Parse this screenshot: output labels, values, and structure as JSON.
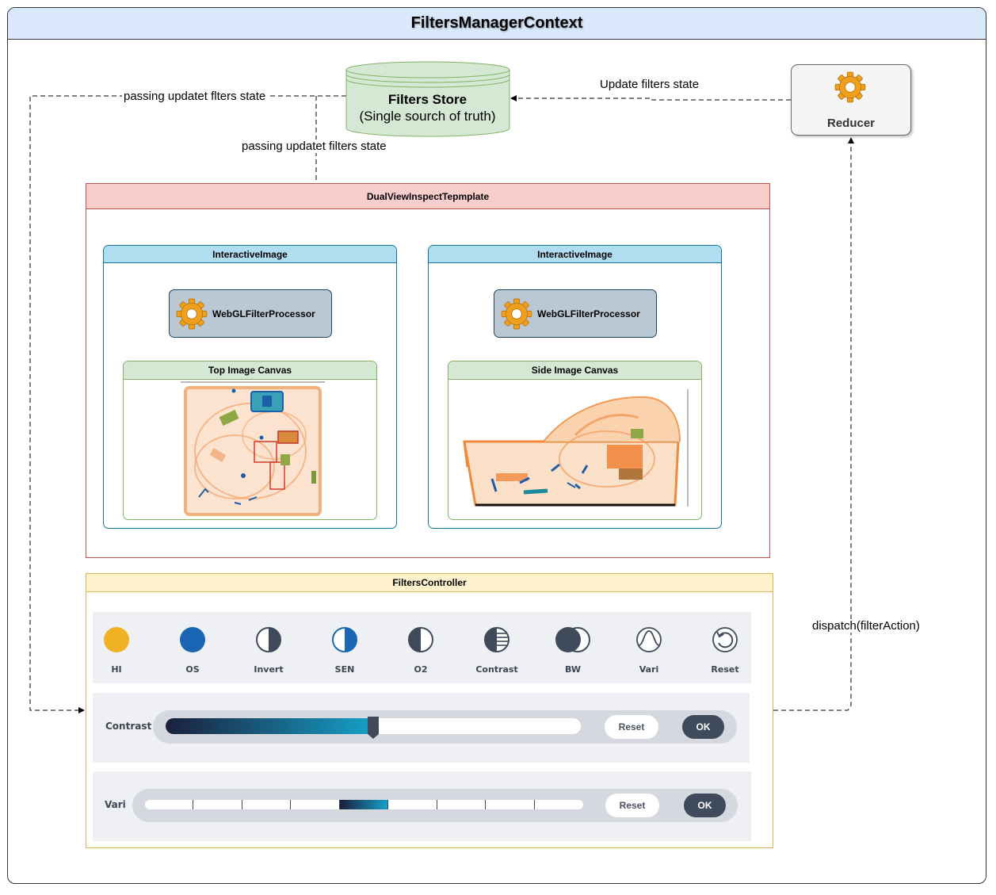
{
  "frame": {
    "title": "FiltersManagerContext"
  },
  "store": {
    "title": "Filters Store",
    "subtitle": "(Single sourch of truth)"
  },
  "reducer": {
    "label": "Reducer"
  },
  "edges": {
    "update_state": "Update filters state",
    "passing_left": "passing updatet flters state",
    "passing_down": "passing updatet filters state",
    "dispatch": "dispatch(filterAction)"
  },
  "template": {
    "title": "DualViewInspectTepmplate",
    "left": {
      "title": "InteractiveImage",
      "processor": "WebGLFilterProcessor",
      "canvas": "Top Image Canvas"
    },
    "right": {
      "title": "InteractiveImage",
      "processor": "WebGLFilterProcessor",
      "canvas": "Side Image Canvas"
    }
  },
  "controller": {
    "title": "FiltersController",
    "tools": [
      {
        "label": "HI",
        "icon": "filled-circle-yellow-icon",
        "color": "#f0b125"
      },
      {
        "label": "OS",
        "icon": "filled-circle-blue-icon",
        "color": "#1a66b4"
      },
      {
        "label": "Invert",
        "icon": "invert-icon"
      },
      {
        "label": "SEN",
        "icon": "sen-half-circle-icon"
      },
      {
        "label": "O2",
        "icon": "o2-half-circle-icon"
      },
      {
        "label": "Contrast",
        "icon": "contrast-striped-icon"
      },
      {
        "label": "BW",
        "icon": "bw-overlap-circles-icon"
      },
      {
        "label": "Vari",
        "icon": "vari-curve-icon"
      },
      {
        "label": "Reset",
        "icon": "reset-arrow-icon"
      }
    ],
    "contrast": {
      "label": "Contrast",
      "value_fraction": 0.5,
      "reset": "Reset",
      "ok": "OK"
    },
    "vari": {
      "label": "Vari",
      "segments": 9,
      "active_segment": 4,
      "reset": "Reset",
      "ok": "OK"
    }
  },
  "colors": {
    "accent_dark": "#3f4b5b",
    "slider_start": "#1a1f3c",
    "slider_end": "#16a0c8"
  }
}
